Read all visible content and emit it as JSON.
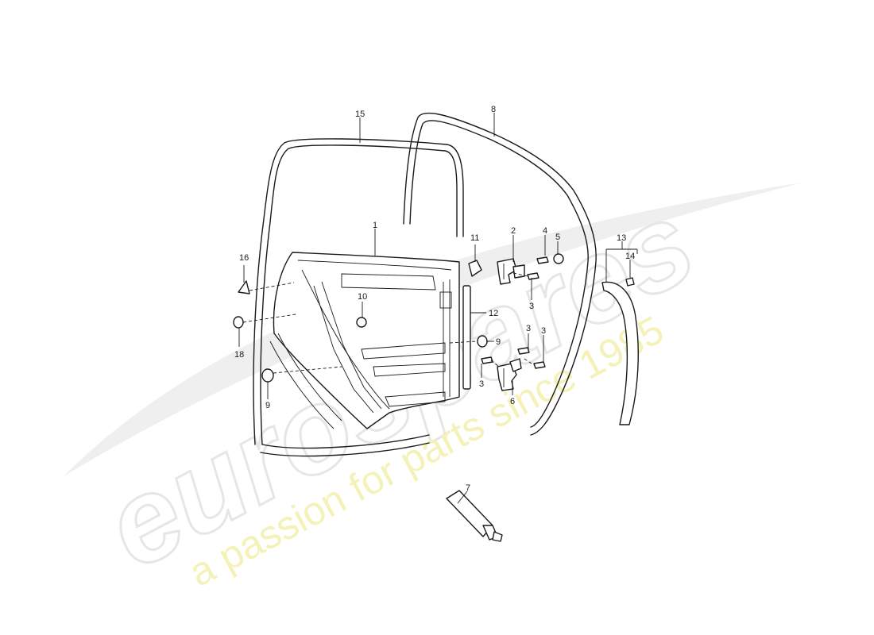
{
  "watermark": {
    "brand_text": "eurospares",
    "tagline": "a passion for parts since 1985",
    "brand_color": "#e6e6e6",
    "tagline_color": "#f4f2b8"
  },
  "callouts": [
    {
      "id": "c1",
      "label": "1"
    },
    {
      "id": "c2",
      "label": "2"
    },
    {
      "id": "c3a",
      "label": "3"
    },
    {
      "id": "c3b",
      "label": "3"
    },
    {
      "id": "c3c",
      "label": "3"
    },
    {
      "id": "c3d",
      "label": "3"
    },
    {
      "id": "c4",
      "label": "4"
    },
    {
      "id": "c5",
      "label": "5"
    },
    {
      "id": "c6",
      "label": "6"
    },
    {
      "id": "c7",
      "label": "7"
    },
    {
      "id": "c8",
      "label": "8"
    },
    {
      "id": "c9a",
      "label": "9"
    },
    {
      "id": "c9b",
      "label": "9"
    },
    {
      "id": "c10",
      "label": "10"
    },
    {
      "id": "c11",
      "label": "11"
    },
    {
      "id": "c12",
      "label": "12"
    },
    {
      "id": "c13",
      "label": "13"
    },
    {
      "id": "c14",
      "label": "14"
    },
    {
      "id": "c15",
      "label": "15"
    },
    {
      "id": "c16",
      "label": "16"
    },
    {
      "id": "c18",
      "label": "18"
    }
  ],
  "colors": {
    "line": "#1a1a1a",
    "background": "#ffffff"
  }
}
